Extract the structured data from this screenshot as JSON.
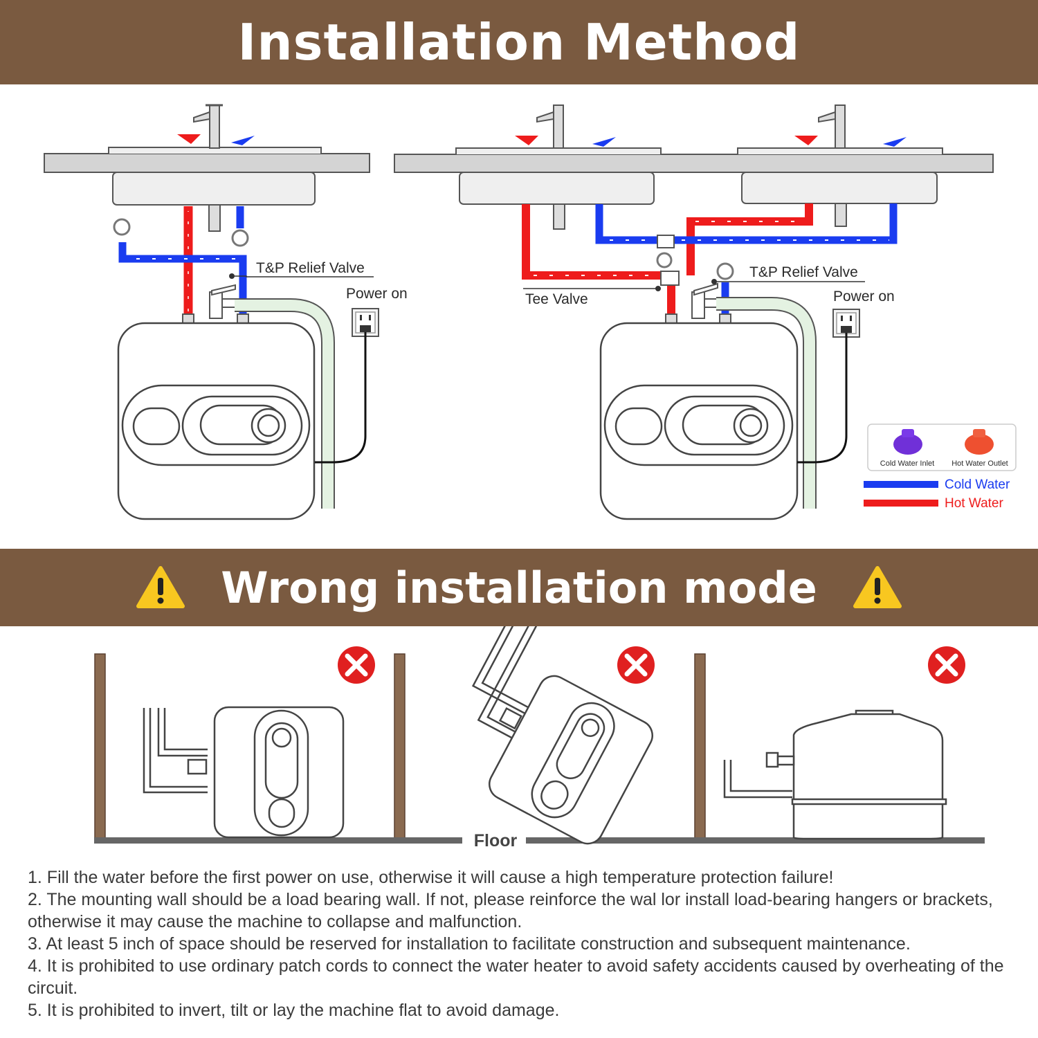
{
  "header": {
    "title": "Installation Method"
  },
  "labels": {
    "tp_valve_left": "T&P Relief Valve",
    "power_left": "Power on",
    "tee_valve": "Tee Valve",
    "tp_valve_right": "T&P Relief Valve",
    "power_right": "Power on"
  },
  "legend": {
    "cold_inlet": "Cold Water Inlet",
    "hot_outlet": "Hot Water Outlet",
    "cold_water": "Cold Water",
    "hot_water": "Hot Water",
    "cold_color": "#1a3cf0",
    "hot_color": "#ee1c1c"
  },
  "wrong": {
    "title": "Wrong installation mode",
    "floor": "Floor"
  },
  "notes": [
    "1. Fill the water before the first power on use, otherwise it will cause a high temperature protection failure!",
    "2. The mounting wall should be a load bearing wall. If not, please reinforce the wal lor install load-bearing hangers or brackets, otherwise it may cause the machine to collapse and malfunction.",
    "3. At least 5 inch of space should be reserved for installation to facilitate construction and subsequent maintenance.",
    "4. It is prohibited to use ordinary patch cords to connect the water heater to avoid safety accidents caused by overheating of the circuit.",
    "5. It is prohibited to invert, tilt or lay the machine flat to avoid damage."
  ]
}
